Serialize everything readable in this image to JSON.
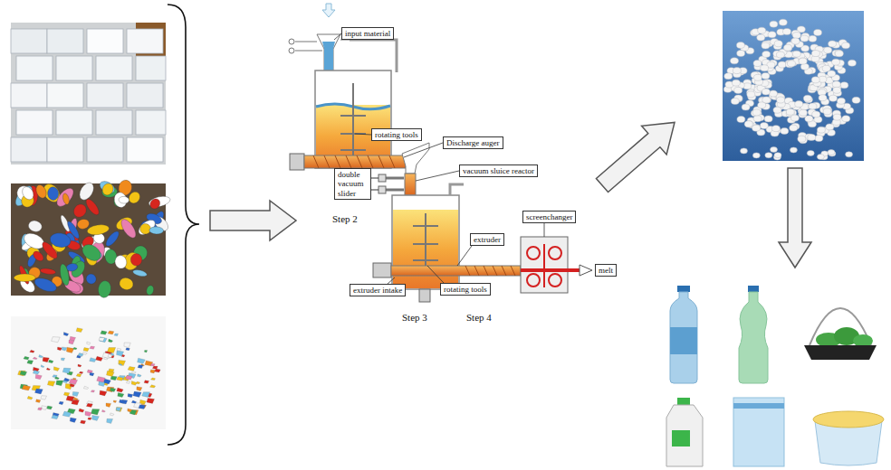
{
  "diagram": {
    "nodes": [
      {
        "text": [
          "input material"
        ]
      },
      {
        "text": [
          "rotating tools"
        ]
      },
      {
        "text": [
          "Discharge auger"
        ]
      },
      {
        "text": [
          "double vacuum slider"
        ]
      },
      {
        "text": [
          "vacuum sluice reactor"
        ]
      },
      {
        "text": [
          "extruder"
        ]
      },
      {
        "text": [
          "screenchanger"
        ]
      },
      {
        "text": [
          "melt"
        ]
      },
      {
        "text": [
          "extruder intake"
        ]
      },
      {
        "text": [
          "rotating tools"
        ]
      }
    ],
    "labels": [
      "Step 2",
      "Step 3",
      "Step 4"
    ]
  }
}
